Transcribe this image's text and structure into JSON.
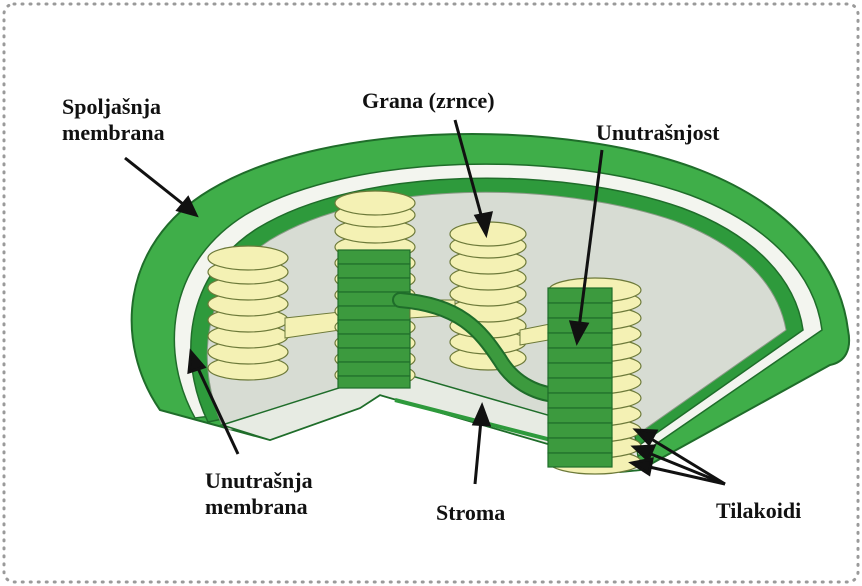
{
  "labels": {
    "outer_membrane": {
      "line1": "Spoljašnja",
      "line2": "membrana"
    },
    "granum": "Grana (zrnce)",
    "lumen": "Unutrašnjost",
    "inner_membrane": {
      "line1": "Unutrašnja",
      "line2": "membrana"
    },
    "stroma": "Stroma",
    "thylakoids": "Tilakoidi"
  },
  "colors": {
    "outer_membrane": "#3fae49",
    "inner_membrane": "#2e9a3c",
    "stroma": "#d7dcd3",
    "granum_light": "#f4f1b4",
    "granum_dark": "#3c9a3e",
    "border_dots": "#9a9a9a"
  }
}
